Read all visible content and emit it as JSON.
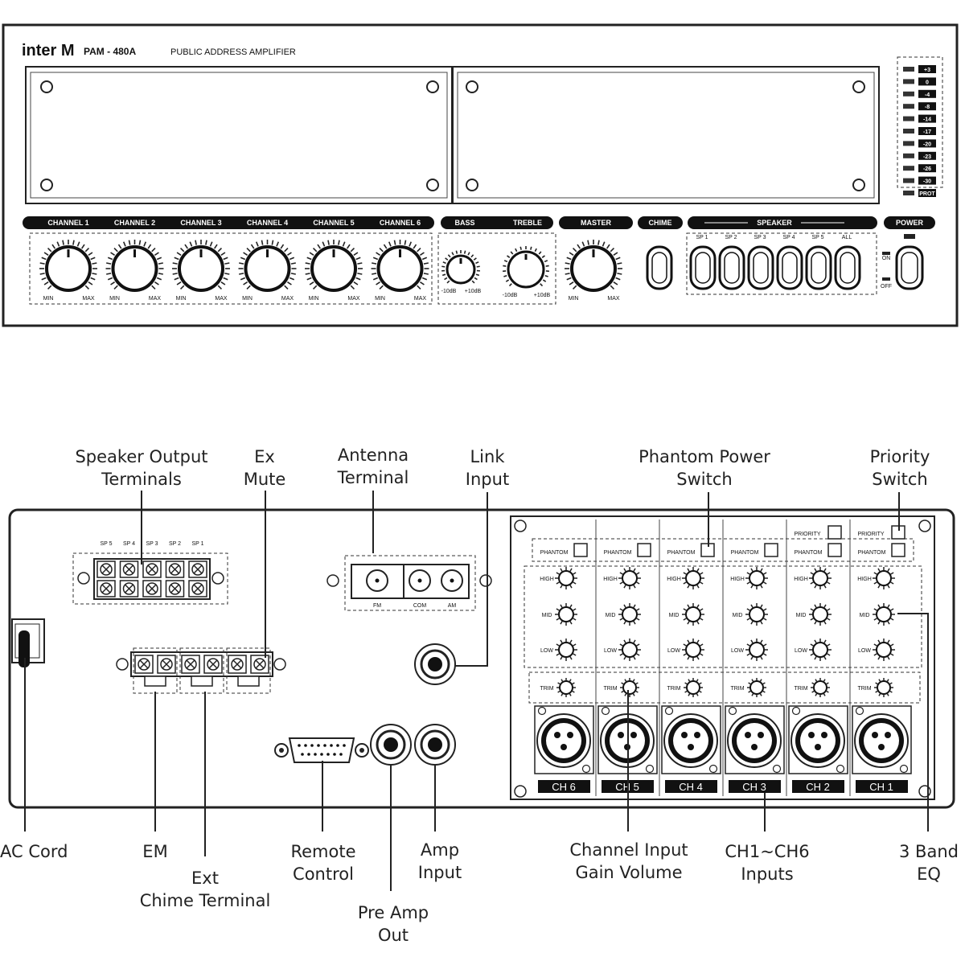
{
  "front": {
    "brand": "inter M",
    "model": "PAM - 480A",
    "subtitle": "PUBLIC ADDRESS AMPLIFIER",
    "channel_labels": [
      "CHANNEL 1",
      "CHANNEL 2",
      "CHANNEL 3",
      "CHANNEL 4",
      "CHANNEL 5",
      "CHANNEL 6"
    ],
    "bass_label": "BASS",
    "treble_label": "TREBLE",
    "master_label": "MASTER",
    "chime_label": "CHIME",
    "speaker_label": "SPEAKER",
    "power_label": "POWER",
    "knob_min": "MIN",
    "knob_max": "MAX",
    "tone_min": "-10dB",
    "tone_max": "+10dB",
    "speaker_buttons": [
      "SP 1",
      "SP 2",
      "SP 3",
      "SP 4",
      "SP 5",
      "ALL"
    ],
    "power_on": "ON",
    "power_off": "OFF",
    "meter_levels": [
      "+3",
      "0",
      "-4",
      "-8",
      "-14",
      "-17",
      "-20",
      "-23",
      "-26",
      "-30",
      "PROT"
    ]
  },
  "rear": {
    "sp_terminals": [
      "SP 5",
      "SP 4",
      "SP 3",
      "SP 2",
      "SP 1"
    ],
    "antenna": [
      "FM",
      "COM",
      "AM"
    ],
    "phantom": "PHANTOM",
    "priority": "PRIORITY",
    "eq": [
      "HIGH",
      "MID",
      "LOW"
    ],
    "trim": "TRIM",
    "channels": [
      "CH 6",
      "CH 5",
      "CH 4",
      "CH 3",
      "CH 2",
      "CH 1"
    ]
  },
  "callouts": {
    "speaker_output": [
      "Speaker Output",
      "Terminals"
    ],
    "ex_mute": [
      "Ex",
      "Mute"
    ],
    "antenna": [
      "Antenna",
      "Terminal"
    ],
    "link_input": [
      "Link",
      "Input"
    ],
    "phantom_power": [
      "Phantom Power",
      "Switch"
    ],
    "priority_switch": [
      "Priority",
      "Switch"
    ],
    "ac_cord": [
      "AC Cord"
    ],
    "em": [
      "EM"
    ],
    "ext_chime": [
      "Ext",
      "Chime Terminal"
    ],
    "remote": [
      "Remote",
      "Control"
    ],
    "pre_amp_out": [
      "Pre Amp",
      "Out"
    ],
    "amp_input": [
      "Amp",
      "Input"
    ],
    "gain_volume": [
      "Channel Input",
      "Gain Volume"
    ],
    "inputs": [
      "CH1~CH6",
      "Inputs"
    ],
    "eq": [
      "3 Band",
      "EQ"
    ]
  }
}
